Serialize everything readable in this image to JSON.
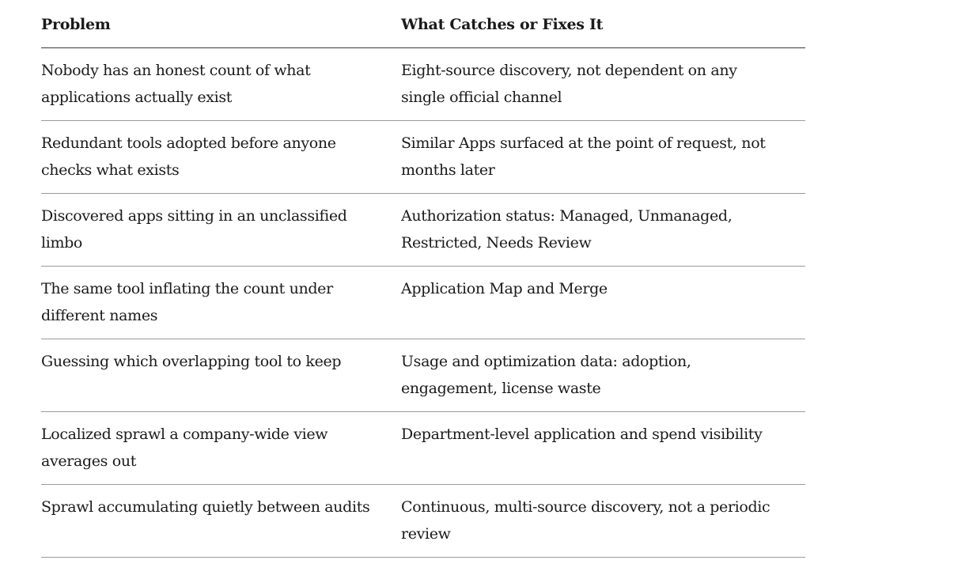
{
  "table": {
    "headers": [
      "Problem",
      "What Catches or Fixes It"
    ],
    "rows": [
      [
        "Nobody has an honest count of what applications actually exist",
        "Eight-source discovery, not dependent on any single official channel"
      ],
      [
        "Redundant tools adopted before anyone checks what exists",
        "Similar Apps surfaced at the point of request, not months later"
      ],
      [
        "Discovered apps sitting in an unclassified limbo",
        "Authorization status: Managed, Unmanaged, Restricted, Needs Review"
      ],
      [
        "The same tool inflating the count under different names",
        "Application Map and Merge"
      ],
      [
        "Guessing which overlapping tool to keep",
        "Usage and optimization data: adoption, engagement, license waste"
      ],
      [
        "Localized sprawl a company-wide view averages out",
        "Department-level application and spend visibility"
      ],
      [
        "Sprawl accumulating quietly between audits",
        "Continuous, multi-source discovery, not a periodic review"
      ]
    ]
  },
  "colors": {
    "text": "#1a1a1a",
    "header_rule": "#3a3a3a",
    "row_rule": "#9a9a9a",
    "background": "#ffffff"
  }
}
